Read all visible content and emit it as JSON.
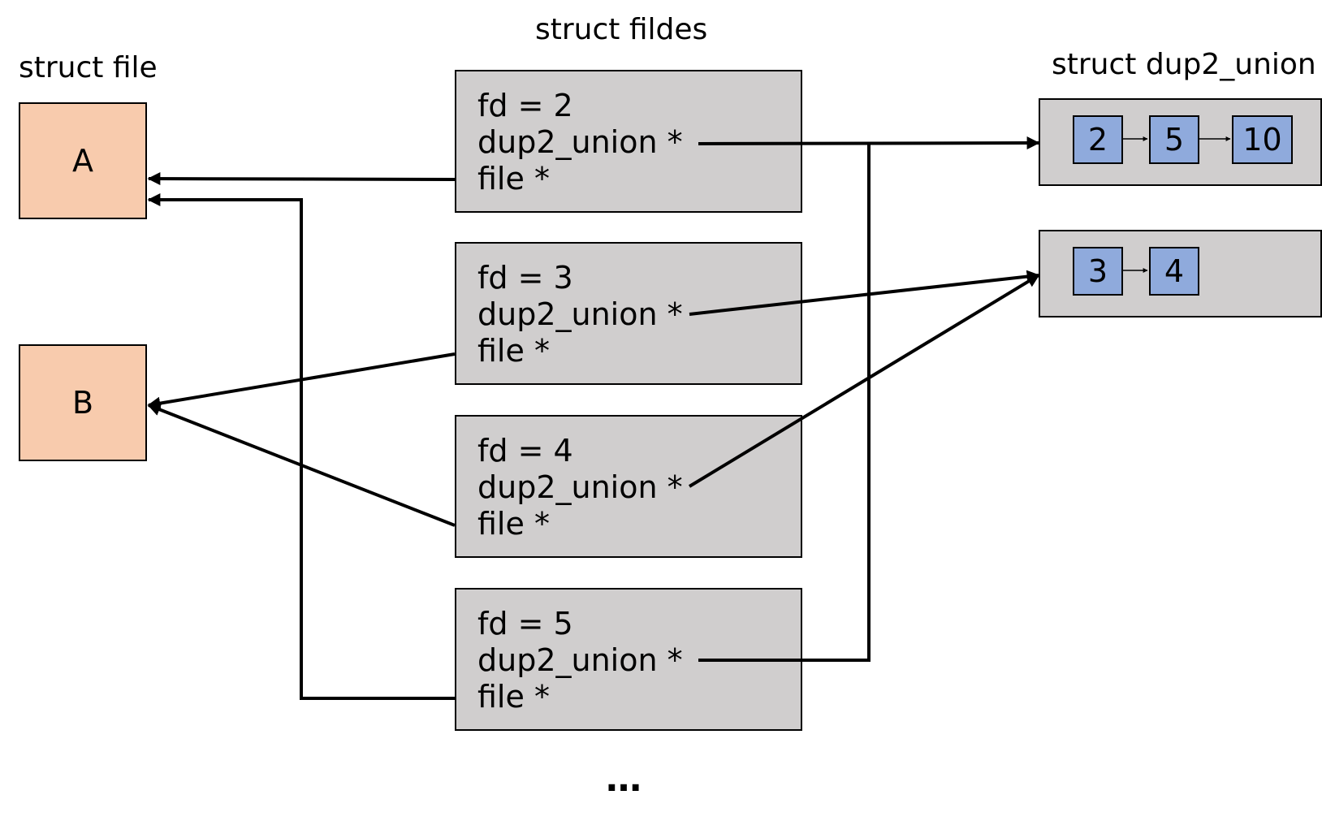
{
  "headings": {
    "file": "struct file",
    "fildes": "struct fildes",
    "union": "struct dup2_union"
  },
  "files": [
    {
      "label": "A"
    },
    {
      "label": "B"
    }
  ],
  "fildes": [
    {
      "fd": "fd = 2",
      "union_ptr": "dup2_union *",
      "file_ptr": "file *"
    },
    {
      "fd": "fd = 3",
      "union_ptr": "dup2_union *",
      "file_ptr": "file *"
    },
    {
      "fd": "fd = 4",
      "union_ptr": "dup2_union *",
      "file_ptr": "file *"
    },
    {
      "fd": "fd = 5",
      "union_ptr": "dup2_union *",
      "file_ptr": "file *"
    }
  ],
  "unions": [
    {
      "nodes": [
        "2",
        "5",
        "10"
      ]
    },
    {
      "nodes": [
        "3",
        "4"
      ]
    }
  ],
  "ellipsis": "…",
  "colors": {
    "file_fill": "#f8cbad",
    "fildes_fill": "#d0cece",
    "node_fill": "#8faadc"
  }
}
